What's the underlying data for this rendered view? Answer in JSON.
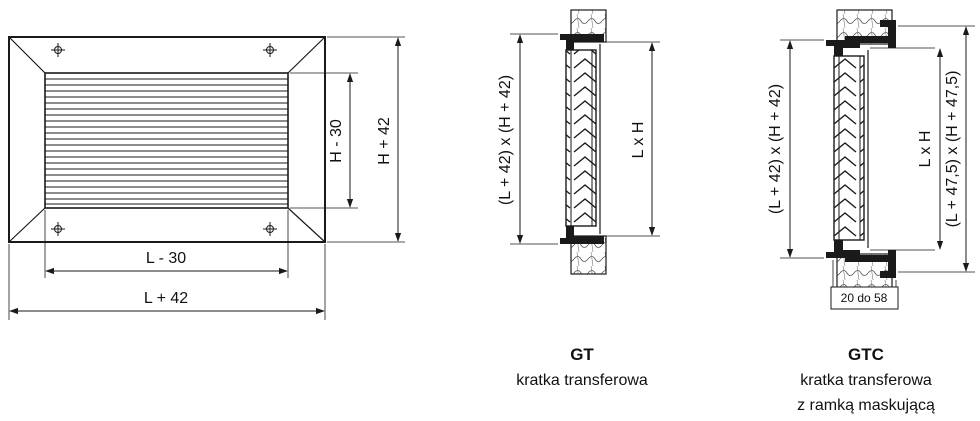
{
  "front_view": {
    "dim_inner_width": "L - 30",
    "dim_outer_width": "L + 42",
    "dim_inner_height": "H - 30",
    "dim_outer_height": "H + 42"
  },
  "gt": {
    "dim_outer": "(L + 42) x (H + 42)",
    "dim_nominal": "L x H",
    "title": "GT",
    "subtitle": "kratka transferowa"
  },
  "gtc": {
    "dim_outer": "(L + 42) x (H + 42)",
    "dim_nominal": "L x H",
    "dim_frame": "(L + 47,5) x (H + 47,5)",
    "dim_wall": "20 do 58",
    "title": "GTC",
    "subtitle_line1": "kratka transferowa",
    "subtitle_line2": "z ramką maskującą"
  }
}
